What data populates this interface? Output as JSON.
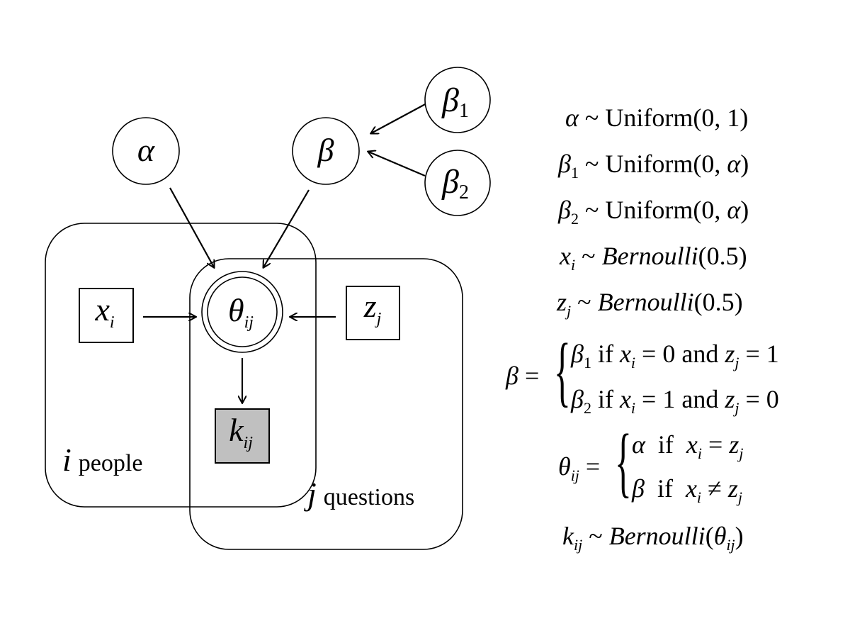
{
  "nodes": {
    "alpha": "α",
    "beta": "β",
    "beta1": {
      "sym": "β",
      "sub": "1"
    },
    "beta2": {
      "sym": "β",
      "sub": "2"
    },
    "theta": {
      "sym": "θ",
      "sub": "ij"
    },
    "x": {
      "sym": "x",
      "sub": "i"
    },
    "z": {
      "sym": "z",
      "sub": "j"
    },
    "k": {
      "sym": "k",
      "sub": "ij"
    }
  },
  "plates": {
    "people": {
      "index": "i",
      "label": "people"
    },
    "questions": {
      "index": "j",
      "label": "questions"
    }
  },
  "colors": {
    "observed_fill": "#c0c0c0",
    "stroke": "#000000",
    "background": "#ffffff"
  },
  "equations": {
    "alpha": {
      "lhs": "α",
      "rest": " ~ Uniform(0, 1)"
    },
    "beta1": {
      "lhs": "β",
      "sub": "1",
      "rest1": " ~ Uniform(0, ",
      "var": "α",
      "rest2": ")"
    },
    "beta2": {
      "lhs": "β",
      "sub": "2",
      "rest1": " ~ Uniform(0, ",
      "var": "α",
      "rest2": ")"
    },
    "x": {
      "lhs": "x",
      "sub": "i",
      "dist": "Bernoulli",
      "arg": "(0.5)"
    },
    "z": {
      "lhs": "z",
      "sub": "j",
      "dist": "Bernoulli",
      "arg": "(0.5)"
    },
    "beta_def": {
      "lhs": "β",
      "case1": {
        "val": "β",
        "sub": "1",
        "cond1": " if ",
        "x": "x",
        "xs": "i",
        "c1": " = 0 and ",
        "z": "z",
        "zs": "j",
        "c2": " = 1"
      },
      "case2": {
        "val": "β",
        "sub": "2",
        "cond1": " if ",
        "x": "x",
        "xs": "i",
        "c1": " = 1 and ",
        "z": "z",
        "zs": "j",
        "c2": " = 0"
      }
    },
    "theta_def": {
      "lhs": "θ",
      "lhs_sub": "ij",
      "case1": {
        "val": "α",
        "cond": "  if  ",
        "x": "x",
        "xs": "i",
        "op": " = ",
        "z": "z",
        "zs": "j"
      },
      "case2": {
        "val": "β",
        "cond": "  if  ",
        "x": "x",
        "xs": "i",
        "op": " ≠ ",
        "z": "z",
        "zs": "j"
      }
    },
    "k": {
      "lhs": "k",
      "sub": "ij",
      "dist": "Bernoulli",
      "arg_open": "(",
      "arg": "θ",
      "arg_sub": "ij",
      "arg_close": ")"
    }
  }
}
